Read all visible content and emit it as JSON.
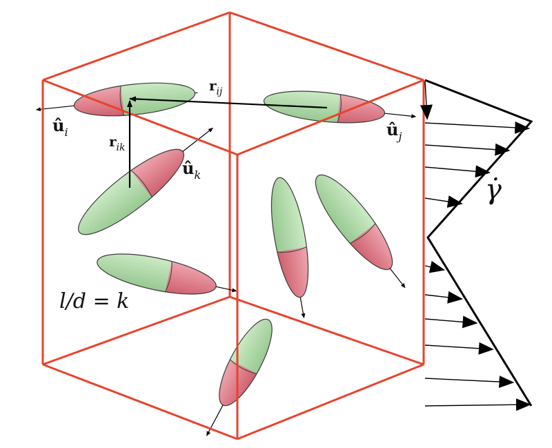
{
  "colors": {
    "box_edge": "#e8432c",
    "green_body": "#a8d8a0",
    "red_tip": "#e0707e",
    "outline": "#3a3a3a",
    "arrow": "#000000"
  },
  "labels": {
    "r_ij": {
      "base": "r",
      "sub": "ij"
    },
    "r_ik": {
      "base": "r",
      "sub": "ik"
    },
    "u_i": {
      "base": "û",
      "sub": "i"
    },
    "u_j": {
      "base": "û",
      "sub": "j"
    },
    "u_k": {
      "base": "û",
      "sub": "k"
    },
    "shear_rate": "γ̇",
    "aspect_ratio": "l/d = k"
  },
  "icons": {
    "particle": "prolate-spheroid-icon",
    "shear_profile": "shear-flow-arrows-icon"
  }
}
